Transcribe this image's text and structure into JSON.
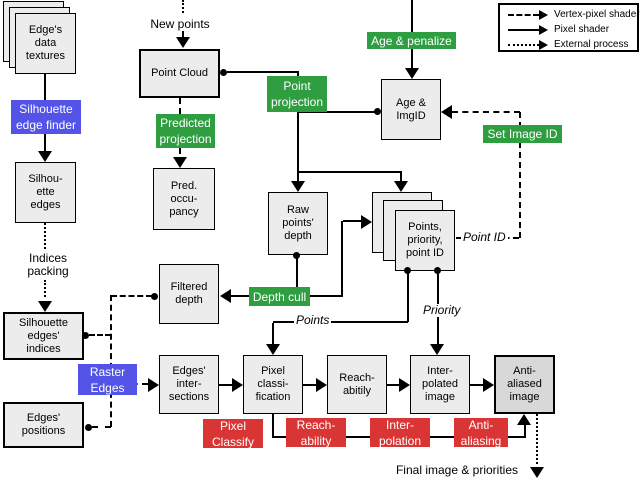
{
  "colors": {
    "green": "#2f9e41",
    "blue": "#5353e8",
    "red": "#d93535",
    "node_fill": "#ececec",
    "node_fill_dark": "#d8d8d8"
  },
  "legend": {
    "items": [
      {
        "style": "dashed",
        "label": "Vertex-pixel shader"
      },
      {
        "style": "solid",
        "label": "Pixel shader"
      },
      {
        "style": "dotted",
        "label": "External process"
      }
    ]
  },
  "nodes": {
    "edges_data_textures": "Edge's\ndata\ntextures",
    "point_cloud": "Point Cloud",
    "age_imgid": "Age &\nImgID",
    "pred_occupancy": "Pred.\noccu-\npancy",
    "silhouette_edges": "Silhou-\nette\nedges",
    "raw_points_depth": "Raw\npoints'\ndepth",
    "points_priority_point_id": "Points,\npriority,\npoint ID",
    "filtered_depth": "Filtered\ndepth",
    "silhouette_edges_indices": "Silhouette\nedges'\nindices",
    "edges_positions": "Edges'\npositions",
    "edges_intersections": "Edges'\ninter-\nsections",
    "pixel_classification": "Pixel\nclassi-\nfication",
    "reachability": "Reach-\nabitily",
    "interpolated_image": "Inter-\npolated\nimage",
    "antialiased_image": "Anti-\naliased\nimage"
  },
  "process_labels": {
    "silhouette_edge_finder": "Silhouette\nedge finder",
    "raster_edges": "Raster\nEdges",
    "age_penalize": "Age & penalize",
    "point_projection": "Point\nprojection",
    "predicted_projection": "Predicted\nprojection",
    "set_image_id": "Set Image ID",
    "depth_cull": "Depth cull",
    "pixel_classify": "Pixel\nClassify",
    "reachability": "Reach-\nability",
    "interpolation": "Inter-\npolation",
    "antialiasing": "Anti-\naliasing"
  },
  "annotations": {
    "new_points": "New points",
    "indices_packing": "Indices\npacking",
    "points": "Points",
    "priority": "Priority",
    "point_id": "Point ID",
    "final_image": "Final image & priorities"
  }
}
